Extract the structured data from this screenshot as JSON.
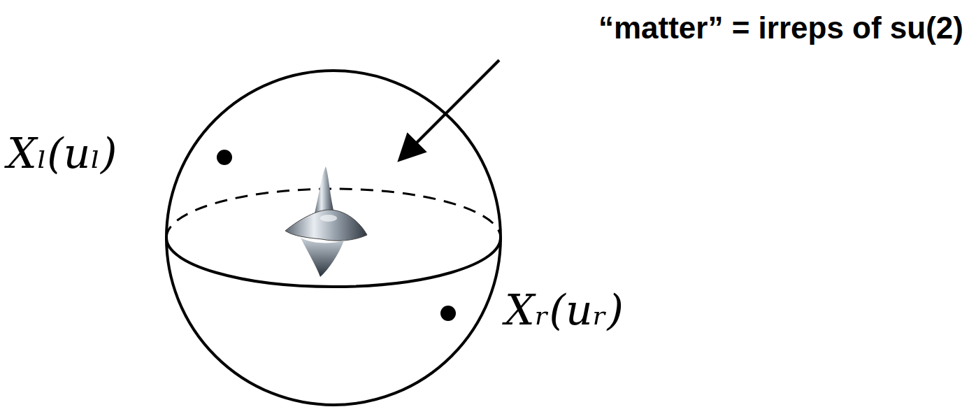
{
  "diagram": {
    "labels": [
      "“matter” = irreps of su(2)",
      "Xₗ(uₗ)",
      "Xᵣ(uᵣ)"
    ]
  }
}
